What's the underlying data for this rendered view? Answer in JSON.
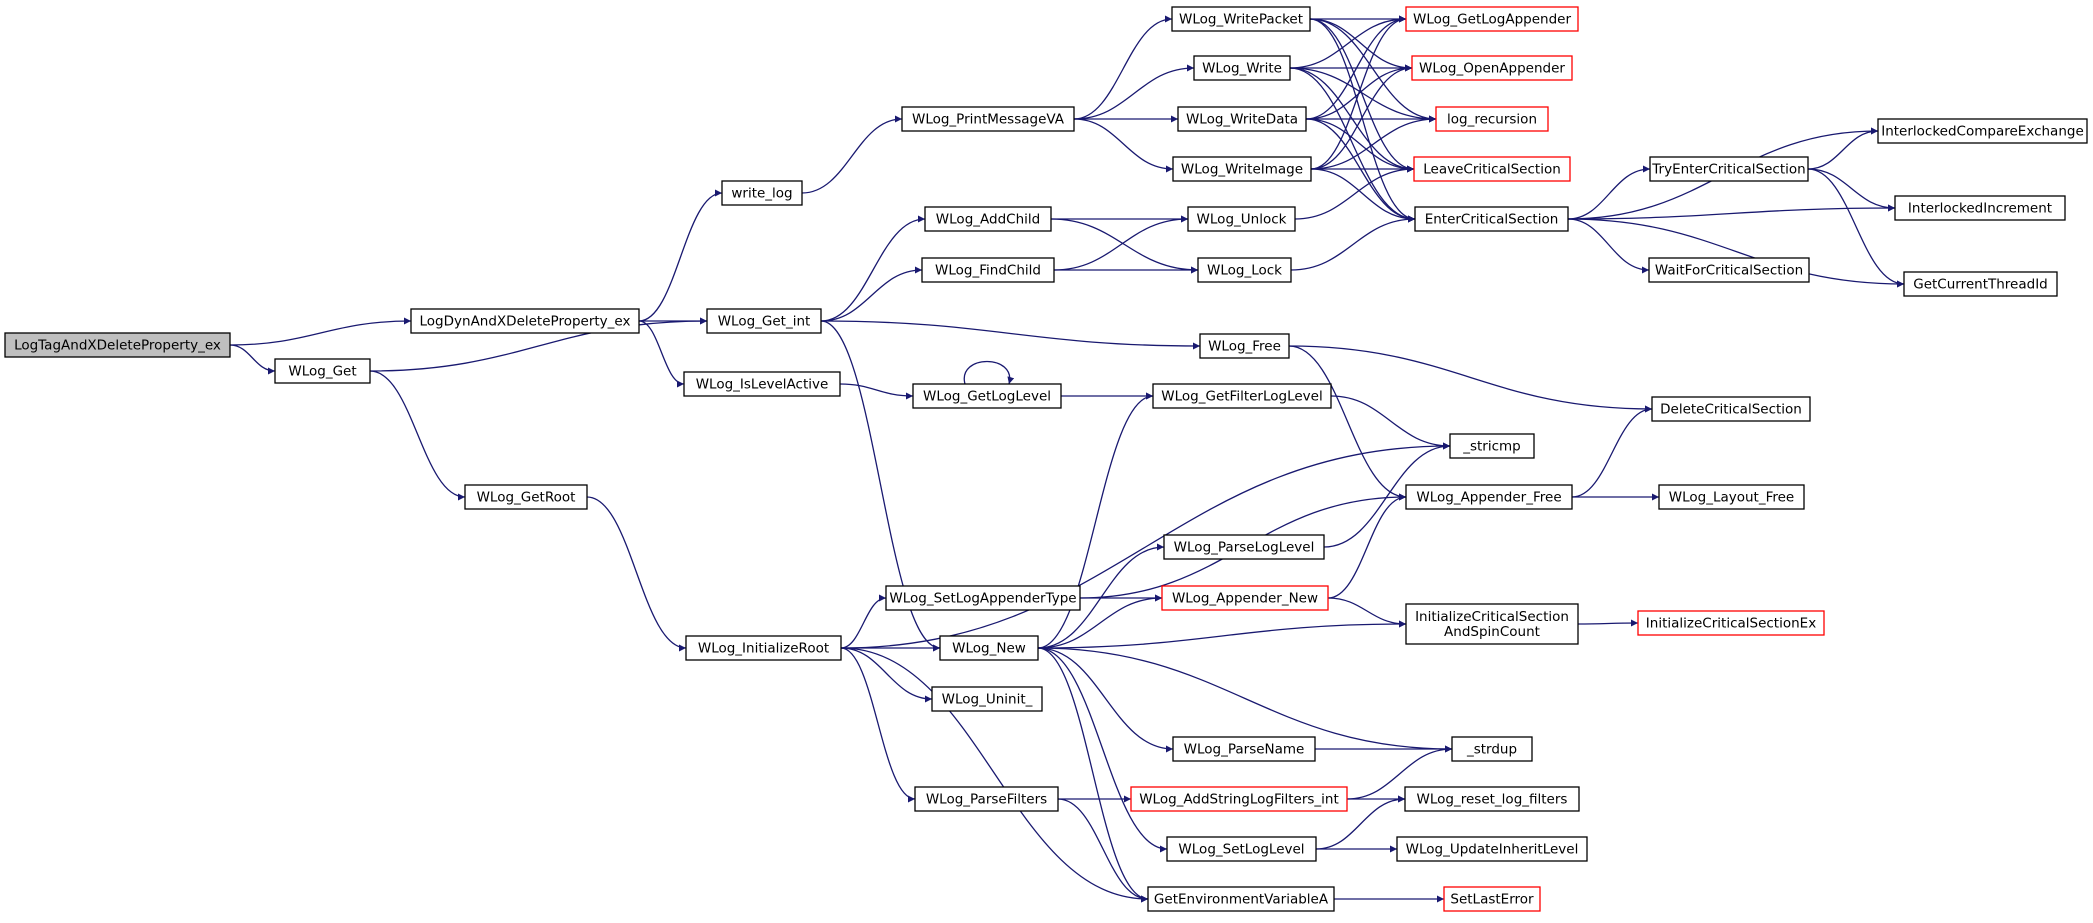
{
  "graph": {
    "root": "LogTagAndXDeleteProperty_ex",
    "colors": {
      "edge": "#191970",
      "node_border": "#000000",
      "truncated_border": "#ff0000",
      "root_fill": "#bfbfbf",
      "node_fill": "#ffffff"
    },
    "nodes": [
      {
        "id": "root",
        "label": "LogTagAndXDeleteProperty_ex",
        "root": true
      },
      {
        "id": "logdyn",
        "label": "LogDynAndXDeleteProperty_ex"
      },
      {
        "id": "wlogget",
        "label": "WLog_Get"
      },
      {
        "id": "writelog",
        "label": "write_log"
      },
      {
        "id": "getint",
        "label": "WLog_Get_int"
      },
      {
        "id": "islevel",
        "label": "WLog_IsLevelActive"
      },
      {
        "id": "getroot",
        "label": "WLog_GetRoot"
      },
      {
        "id": "initroot",
        "label": "WLog_InitializeRoot"
      },
      {
        "id": "printmsg",
        "label": "WLog_PrintMessageVA"
      },
      {
        "id": "addchild",
        "label": "WLog_AddChild"
      },
      {
        "id": "findchild",
        "label": "WLog_FindChild"
      },
      {
        "id": "getloglevel",
        "label": "WLog_GetLogLevel"
      },
      {
        "id": "setappender",
        "label": "WLog_SetLogAppenderType"
      },
      {
        "id": "new",
        "label": "WLog_New"
      },
      {
        "id": "uninit",
        "label": "WLog_Uninit_"
      },
      {
        "id": "parsefilters",
        "label": "WLog_ParseFilters"
      },
      {
        "id": "writepacket",
        "label": "WLog_WritePacket"
      },
      {
        "id": "write",
        "label": "WLog_Write"
      },
      {
        "id": "writedata",
        "label": "WLog_WriteData"
      },
      {
        "id": "writeimage",
        "label": "WLog_WriteImage"
      },
      {
        "id": "unlock",
        "label": "WLog_Unlock"
      },
      {
        "id": "lock",
        "label": "WLog_Lock"
      },
      {
        "id": "free",
        "label": "WLog_Free"
      },
      {
        "id": "getfilter",
        "label": "WLog_GetFilterLogLevel"
      },
      {
        "id": "parseloglevel",
        "label": "WLog_ParseLogLevel"
      },
      {
        "id": "appendernew",
        "label": "WLog_Appender_New",
        "truncated": true
      },
      {
        "id": "parsename",
        "label": "WLog_ParseName"
      },
      {
        "id": "addstring",
        "label": "WLog_AddStringLogFilters_int",
        "truncated": true
      },
      {
        "id": "setloglevel",
        "label": "WLog_SetLogLevel"
      },
      {
        "id": "getenv",
        "label": "GetEnvironmentVariableA"
      },
      {
        "id": "getlogappender",
        "label": "WLog_GetLogAppender",
        "truncated": true
      },
      {
        "id": "openappender",
        "label": "WLog_OpenAppender",
        "truncated": true
      },
      {
        "id": "recursion",
        "label": "log_recursion",
        "truncated": true
      },
      {
        "id": "leavecs",
        "label": "LeaveCriticalSection",
        "truncated": true
      },
      {
        "id": "entercs",
        "label": "EnterCriticalSection"
      },
      {
        "id": "stricmp",
        "label": "_stricmp"
      },
      {
        "id": "appenderfree",
        "label": "WLog_Appender_Free"
      },
      {
        "id": "initcs",
        "label": "InitializeCriticalSection",
        "label2": "AndSpinCount"
      },
      {
        "id": "strdup",
        "label": "_strdup"
      },
      {
        "id": "resetfilters",
        "label": "WLog_reset_log_filters"
      },
      {
        "id": "updateinherit",
        "label": "WLog_UpdateInheritLevel"
      },
      {
        "id": "setlasterror",
        "label": "SetLastError",
        "truncated": true
      },
      {
        "id": "tryenter",
        "label": "TryEnterCriticalSection"
      },
      {
        "id": "waitcs",
        "label": "WaitForCriticalSection"
      },
      {
        "id": "deletecs",
        "label": "DeleteCriticalSection"
      },
      {
        "id": "layoutfree",
        "label": "WLog_Layout_Free"
      },
      {
        "id": "initcsex",
        "label": "InitializeCriticalSectionEx",
        "truncated": true
      },
      {
        "id": "cmpxchg",
        "label": "InterlockedCompareExchange"
      },
      {
        "id": "increment",
        "label": "InterlockedIncrement"
      },
      {
        "id": "threadid",
        "label": "GetCurrentThreadId"
      }
    ],
    "edges": [
      [
        "root",
        "logdyn"
      ],
      [
        "root",
        "wlogget"
      ],
      [
        "logdyn",
        "writelog"
      ],
      [
        "logdyn",
        "getint"
      ],
      [
        "logdyn",
        "islevel"
      ],
      [
        "wlogget",
        "getint"
      ],
      [
        "wlogget",
        "getroot"
      ],
      [
        "writelog",
        "printmsg"
      ],
      [
        "printmsg",
        "writepacket"
      ],
      [
        "printmsg",
        "write"
      ],
      [
        "printmsg",
        "writedata"
      ],
      [
        "printmsg",
        "writeimage"
      ],
      [
        "getint",
        "addchild"
      ],
      [
        "getint",
        "findchild"
      ],
      [
        "getint",
        "free"
      ],
      [
        "getint",
        "new"
      ],
      [
        "islevel",
        "getloglevel"
      ],
      [
        "getloglevel",
        "getloglevel"
      ],
      [
        "getloglevel",
        "getfilter"
      ],
      [
        "getroot",
        "initroot"
      ],
      [
        "initroot",
        "setappender"
      ],
      [
        "initroot",
        "new"
      ],
      [
        "initroot",
        "uninit"
      ],
      [
        "initroot",
        "parsefilters"
      ],
      [
        "initroot",
        "getenv"
      ],
      [
        "initroot",
        "stricmp"
      ],
      [
        "addchild",
        "unlock"
      ],
      [
        "addchild",
        "lock"
      ],
      [
        "findchild",
        "unlock"
      ],
      [
        "findchild",
        "lock"
      ],
      [
        "setappender",
        "appendernew"
      ],
      [
        "setappender",
        "appenderfree"
      ],
      [
        "new",
        "getfilter"
      ],
      [
        "new",
        "parseloglevel"
      ],
      [
        "new",
        "initcs"
      ],
      [
        "new",
        "strdup"
      ],
      [
        "new",
        "parsename"
      ],
      [
        "new",
        "setloglevel"
      ],
      [
        "new",
        "getenv"
      ],
      [
        "new",
        "appendernew"
      ],
      [
        "parsefilters",
        "addstring"
      ],
      [
        "parsefilters",
        "getenv"
      ],
      [
        "writepacket",
        "getlogappender"
      ],
      [
        "writepacket",
        "openappender"
      ],
      [
        "writepacket",
        "recursion"
      ],
      [
        "writepacket",
        "leavecs"
      ],
      [
        "writepacket",
        "entercs"
      ],
      [
        "write",
        "getlogappender"
      ],
      [
        "write",
        "openappender"
      ],
      [
        "write",
        "recursion"
      ],
      [
        "write",
        "leavecs"
      ],
      [
        "write",
        "entercs"
      ],
      [
        "writedata",
        "getlogappender"
      ],
      [
        "writedata",
        "openappender"
      ],
      [
        "writedata",
        "recursion"
      ],
      [
        "writedata",
        "leavecs"
      ],
      [
        "writedata",
        "entercs"
      ],
      [
        "writeimage",
        "getlogappender"
      ],
      [
        "writeimage",
        "openappender"
      ],
      [
        "writeimage",
        "recursion"
      ],
      [
        "writeimage",
        "leavecs"
      ],
      [
        "writeimage",
        "entercs"
      ],
      [
        "unlock",
        "leavecs"
      ],
      [
        "lock",
        "entercs"
      ],
      [
        "free",
        "deletecs"
      ],
      [
        "free",
        "appenderfree"
      ],
      [
        "getfilter",
        "stricmp"
      ],
      [
        "parseloglevel",
        "stricmp"
      ],
      [
        "appendernew",
        "appenderfree"
      ],
      [
        "appendernew",
        "initcs"
      ],
      [
        "parsename",
        "strdup"
      ],
      [
        "addstring",
        "strdup"
      ],
      [
        "addstring",
        "resetfilters"
      ],
      [
        "setloglevel",
        "resetfilters"
      ],
      [
        "setloglevel",
        "updateinherit"
      ],
      [
        "getenv",
        "setlasterror"
      ],
      [
        "entercs",
        "cmpxchg"
      ],
      [
        "entercs",
        "tryenter"
      ],
      [
        "entercs",
        "increment"
      ],
      [
        "entercs",
        "waitcs"
      ],
      [
        "entercs",
        "threadid"
      ],
      [
        "tryenter",
        "cmpxchg"
      ],
      [
        "tryenter",
        "increment"
      ],
      [
        "tryenter",
        "threadid"
      ],
      [
        "appenderfree",
        "deletecs"
      ],
      [
        "appenderfree",
        "layoutfree"
      ],
      [
        "initcs",
        "initcsex"
      ]
    ]
  }
}
